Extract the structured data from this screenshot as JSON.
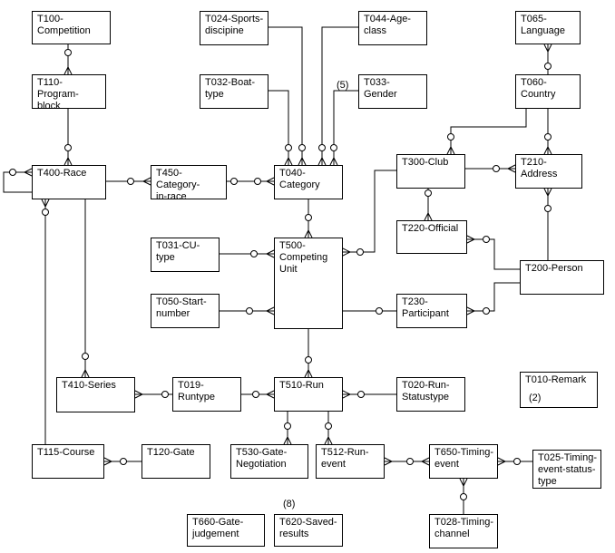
{
  "entities": {
    "t100": "T100-\nCompetition",
    "t024": "T024-Sports-\ndiscipine",
    "t044": "T044-Age-\nclass",
    "t065": "T065-\nLanguage",
    "t110": "T110-Program-\nblock",
    "t032": "T032-Boat-\ntype",
    "t033": "T033-Gender",
    "t060": "T060-Country",
    "t400": "T400-Race",
    "t450": "T450-Category-\nin-race",
    "t040": "T040-\nCategory",
    "t300": "T300-Club",
    "t210": "T210-Address",
    "t220": "T220-Official",
    "t031": "T031-CU-type",
    "t500": "T500-\nCompeting\nUnit",
    "t200": "T200-Person",
    "t050": "T050-Start-\nnumber",
    "t230": "T230-\nParticipant",
    "t410": "T410-Series",
    "t019": "T019-\nRuntype",
    "t510": "T510-Run",
    "t020": "T020-Run-\nStatustype",
    "t010": "T010-Remark",
    "t115": "T115-Course",
    "t120": "T120-Gate",
    "t530": "T530-Gate-\nNegotiation",
    "t512": "T512-Run-\nevent",
    "t650": "T650-Timing-\nevent",
    "t025": "T025-Timing-\nevent-status-\ntype",
    "t028": "T028-Timing-\nchannel",
    "t660": "T660-Gate-\njudgement",
    "t620": "T620-Saved-\nresults"
  },
  "notes": {
    "gender_count": "(5)",
    "remark_count": "(2)",
    "results_count": "(8)"
  }
}
